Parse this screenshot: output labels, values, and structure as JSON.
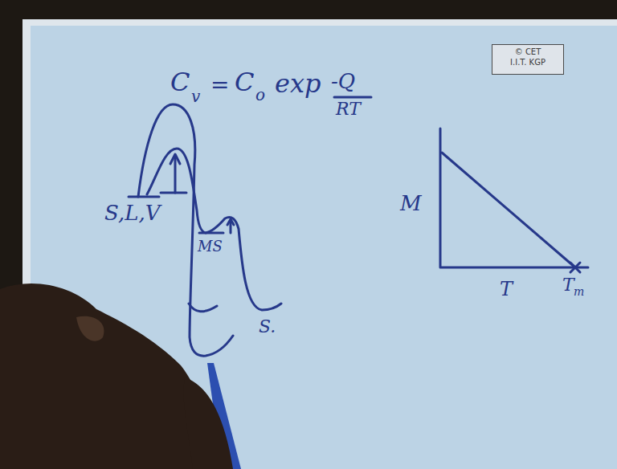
{
  "diagram": {
    "nodes": [
      {
        "text": [
          "© CET",
          "I.I.T. KGP"
        ]
      }
    ],
    "labels": [
      "C",
      "v",
      "=",
      "C",
      "o",
      "exp",
      "-Q",
      "RT",
      "S,L,V",
      "MS",
      "S.",
      "M",
      "T",
      "T",
      "m"
    ]
  }
}
